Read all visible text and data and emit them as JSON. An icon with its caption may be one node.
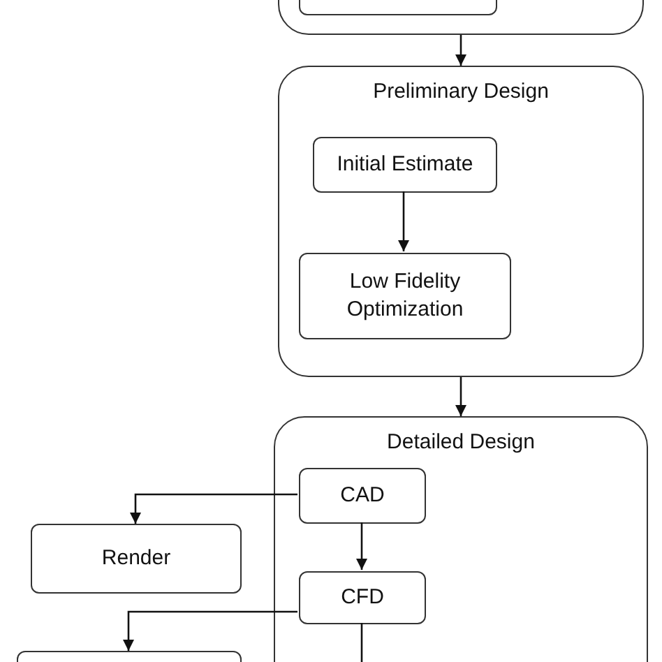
{
  "diagram": {
    "nodes": [
      {
        "text": [],
        "shape": "box"
      },
      {
        "text": [],
        "shape": "box",
        "in": 0
      },
      {
        "text": [
          "Preliminary Design"
        ]
      },
      {
        "text": [
          "Initial Estimate"
        ],
        "in": 2
      },
      {
        "text": [
          "Low Fidelity Optimization"
        ],
        "in": 2
      },
      {
        "text": [
          "Detailed Design"
        ]
      },
      {
        "text": [
          "CAD"
        ],
        "in": 5
      },
      {
        "text": [
          "Render"
        ]
      },
      {
        "text": [
          "CFD"
        ],
        "in": 5
      },
      {
        "text": [],
        "shape": "box"
      }
    ],
    "edges": [
      {
        "from": 0,
        "to": 2,
        "arrow": "to"
      },
      {
        "from": 3,
        "to": 4,
        "arrow": "to"
      },
      {
        "from": 2,
        "to": 5,
        "arrow": "to"
      },
      {
        "from": 6,
        "to": 7,
        "arrow": "to"
      },
      {
        "from": 6,
        "to": 8,
        "arrow": "to"
      },
      {
        "from": 8,
        "to": 9,
        "arrow": "to"
      },
      {
        "from": 8,
        "to": null,
        "arrow": "none"
      }
    ]
  }
}
